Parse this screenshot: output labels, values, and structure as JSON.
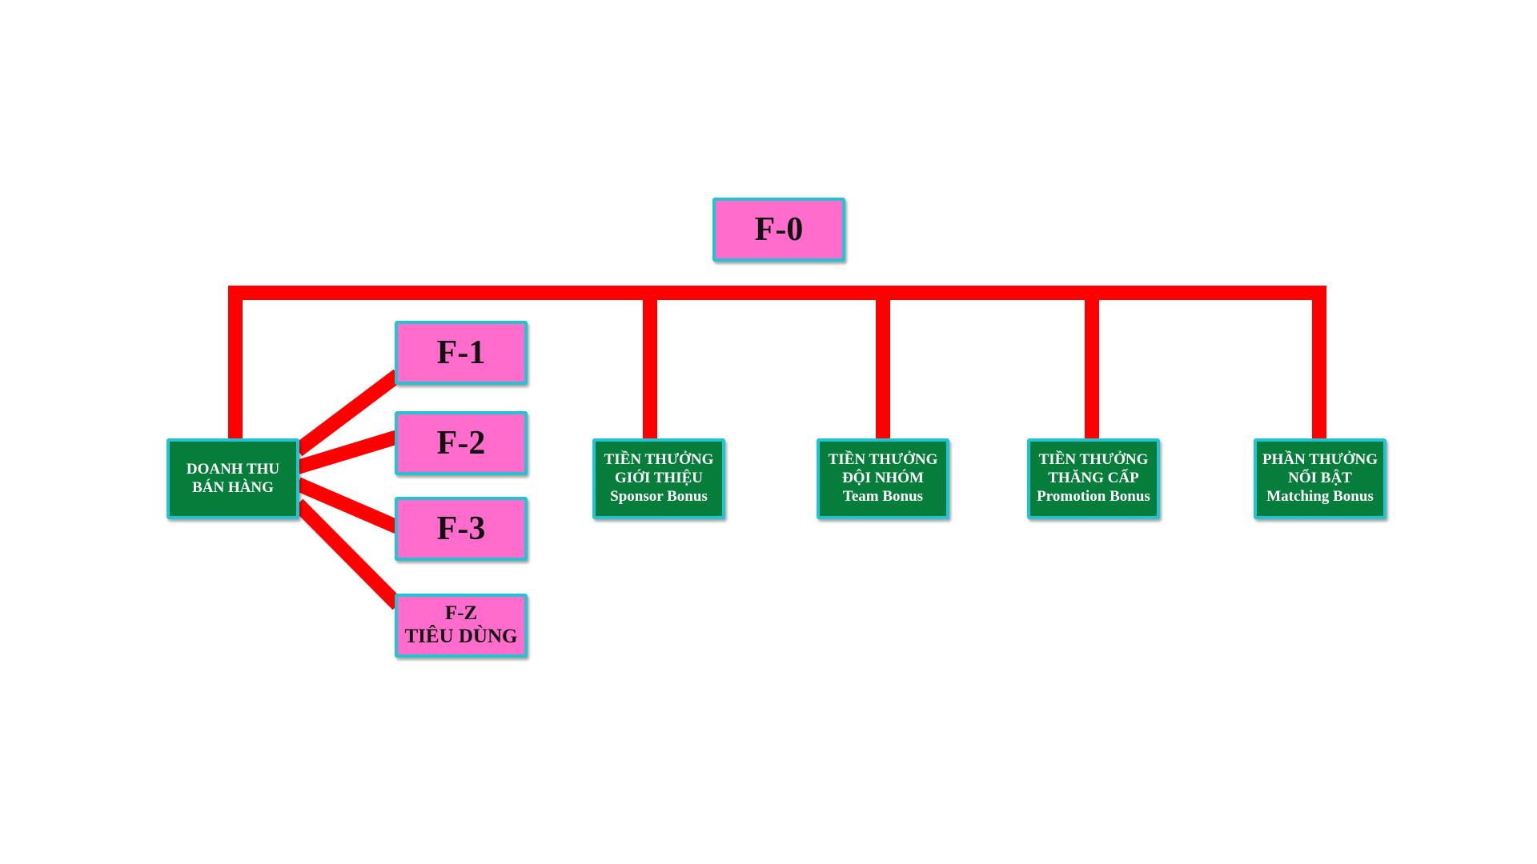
{
  "colors": {
    "connector": "#ff0000",
    "node_pink": "#ff6ccc",
    "node_green": "#067d3a",
    "node_border": "#22c4d3"
  },
  "nodes": {
    "f0": {
      "label": "F-0"
    },
    "f1": {
      "label": "F-1"
    },
    "f2": {
      "label": "F-2"
    },
    "f3": {
      "label": "F-3"
    },
    "fz": {
      "line1": "F-Z",
      "line2": "TIÊU DÙNG"
    },
    "doanh_thu": {
      "line1": "DOANH THU",
      "line2": "BÁN HÀNG"
    },
    "sponsor": {
      "line1": "TIỀN THƯỞNG",
      "line2": "GIỚI THIỆU",
      "line3": "Sponsor Bonus"
    },
    "team": {
      "line1": "TIỀN THƯỞNG",
      "line2": "ĐỘI NHÓM",
      "line3": "Team Bonus"
    },
    "promotion": {
      "line1": "TIỀN THƯỞNG",
      "line2": "THĂNG CẤP",
      "line3": "Promotion Bonus"
    },
    "matching": {
      "line1": "PHẦN THƯỞNG",
      "line2": "NỔI BẬT",
      "line3": "Matching Bonus"
    }
  }
}
